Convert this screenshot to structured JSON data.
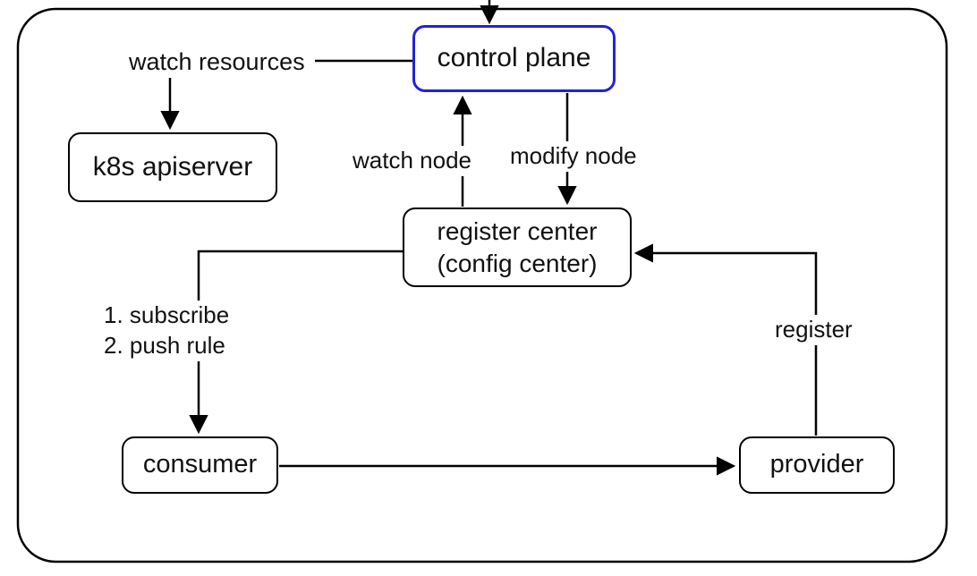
{
  "diagram": {
    "nodes": {
      "control_plane": {
        "label": "control plane"
      },
      "k8s_apiserver": {
        "label": "k8s apiserver"
      },
      "register_center": {
        "line1": "register center",
        "line2": "(config center)"
      },
      "consumer": {
        "label": "consumer"
      },
      "provider": {
        "label": "provider"
      }
    },
    "edge_labels": {
      "watch_resources": "watch resources",
      "watch_node": "watch node",
      "modify_node": "modify node",
      "subscribe_line1": "1. subscribe",
      "subscribe_line2": "2. push rule",
      "register": "register"
    },
    "colors": {
      "stroke": "#000000",
      "background": "#ffffff",
      "control_plane_border": "#2222dd"
    }
  }
}
